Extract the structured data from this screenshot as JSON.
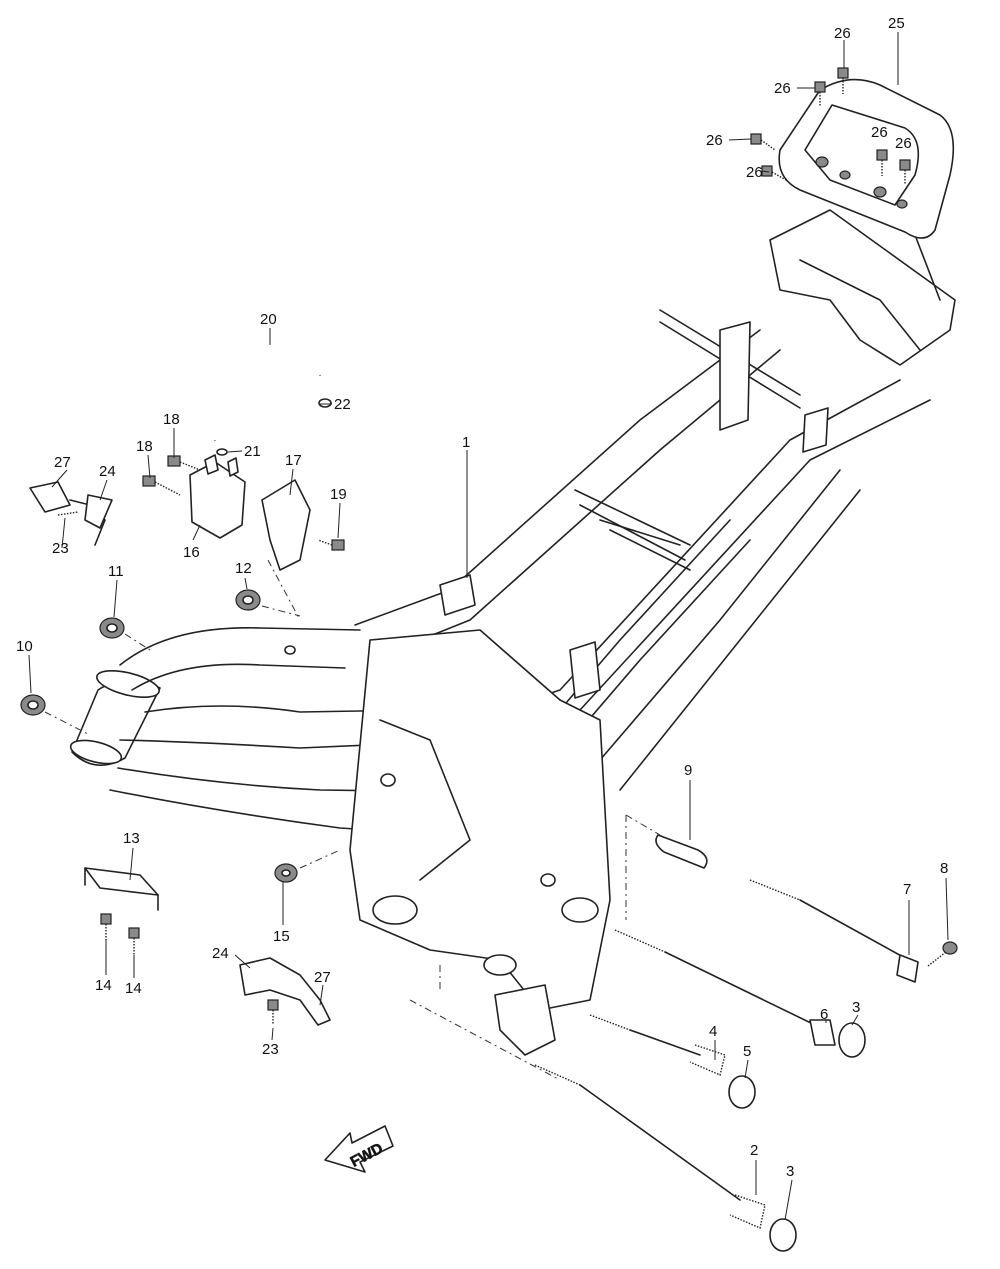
{
  "callouts": {
    "c1": "1",
    "c2": "2",
    "c3a": "3",
    "c3b": "3",
    "c4": "4",
    "c5": "5",
    "c6": "6",
    "c7": "7",
    "c8": "8",
    "c9": "9",
    "c10": "10",
    "c11": "11",
    "c12": "12",
    "c13": "13",
    "c14a": "14",
    "c14b": "14",
    "c15": "15",
    "c16": "16",
    "c17": "17",
    "c18a": "18",
    "c18b": "18",
    "c19": "19",
    "c20": "20",
    "c21": "21",
    "c22": "22",
    "c23a": "23",
    "c23b": "23",
    "c24a": "24",
    "c24b": "24",
    "c25": "25",
    "c26a": "26",
    "c26b": "26",
    "c26c": "26",
    "c26d": "26",
    "c26e": "26",
    "c26f": "26",
    "c27a": "27",
    "c27b": "27"
  },
  "fwd_label": "FWD",
  "colors": {
    "line": "#222222",
    "background": "#ffffff",
    "shade": "#8a8a8a"
  }
}
